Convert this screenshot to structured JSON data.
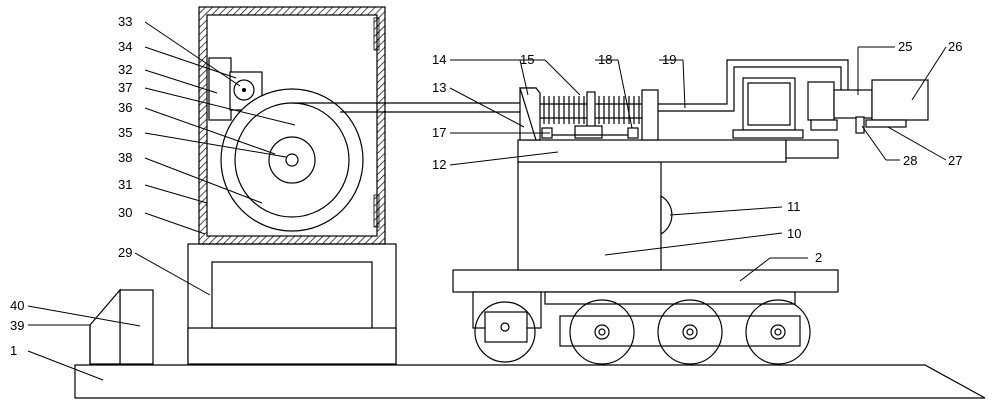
{
  "diagram": {
    "labels": [
      "1",
      "2",
      "10",
      "11",
      "12",
      "13",
      "14",
      "15",
      "17",
      "18",
      "19",
      "25",
      "26",
      "27",
      "28",
      "29",
      "30",
      "31",
      "32",
      "33",
      "34",
      "35",
      "36",
      "37",
      "38",
      "39",
      "40"
    ],
    "colors": {
      "line": "#000000",
      "hatch": "#000000",
      "background": "#ffffff"
    }
  }
}
